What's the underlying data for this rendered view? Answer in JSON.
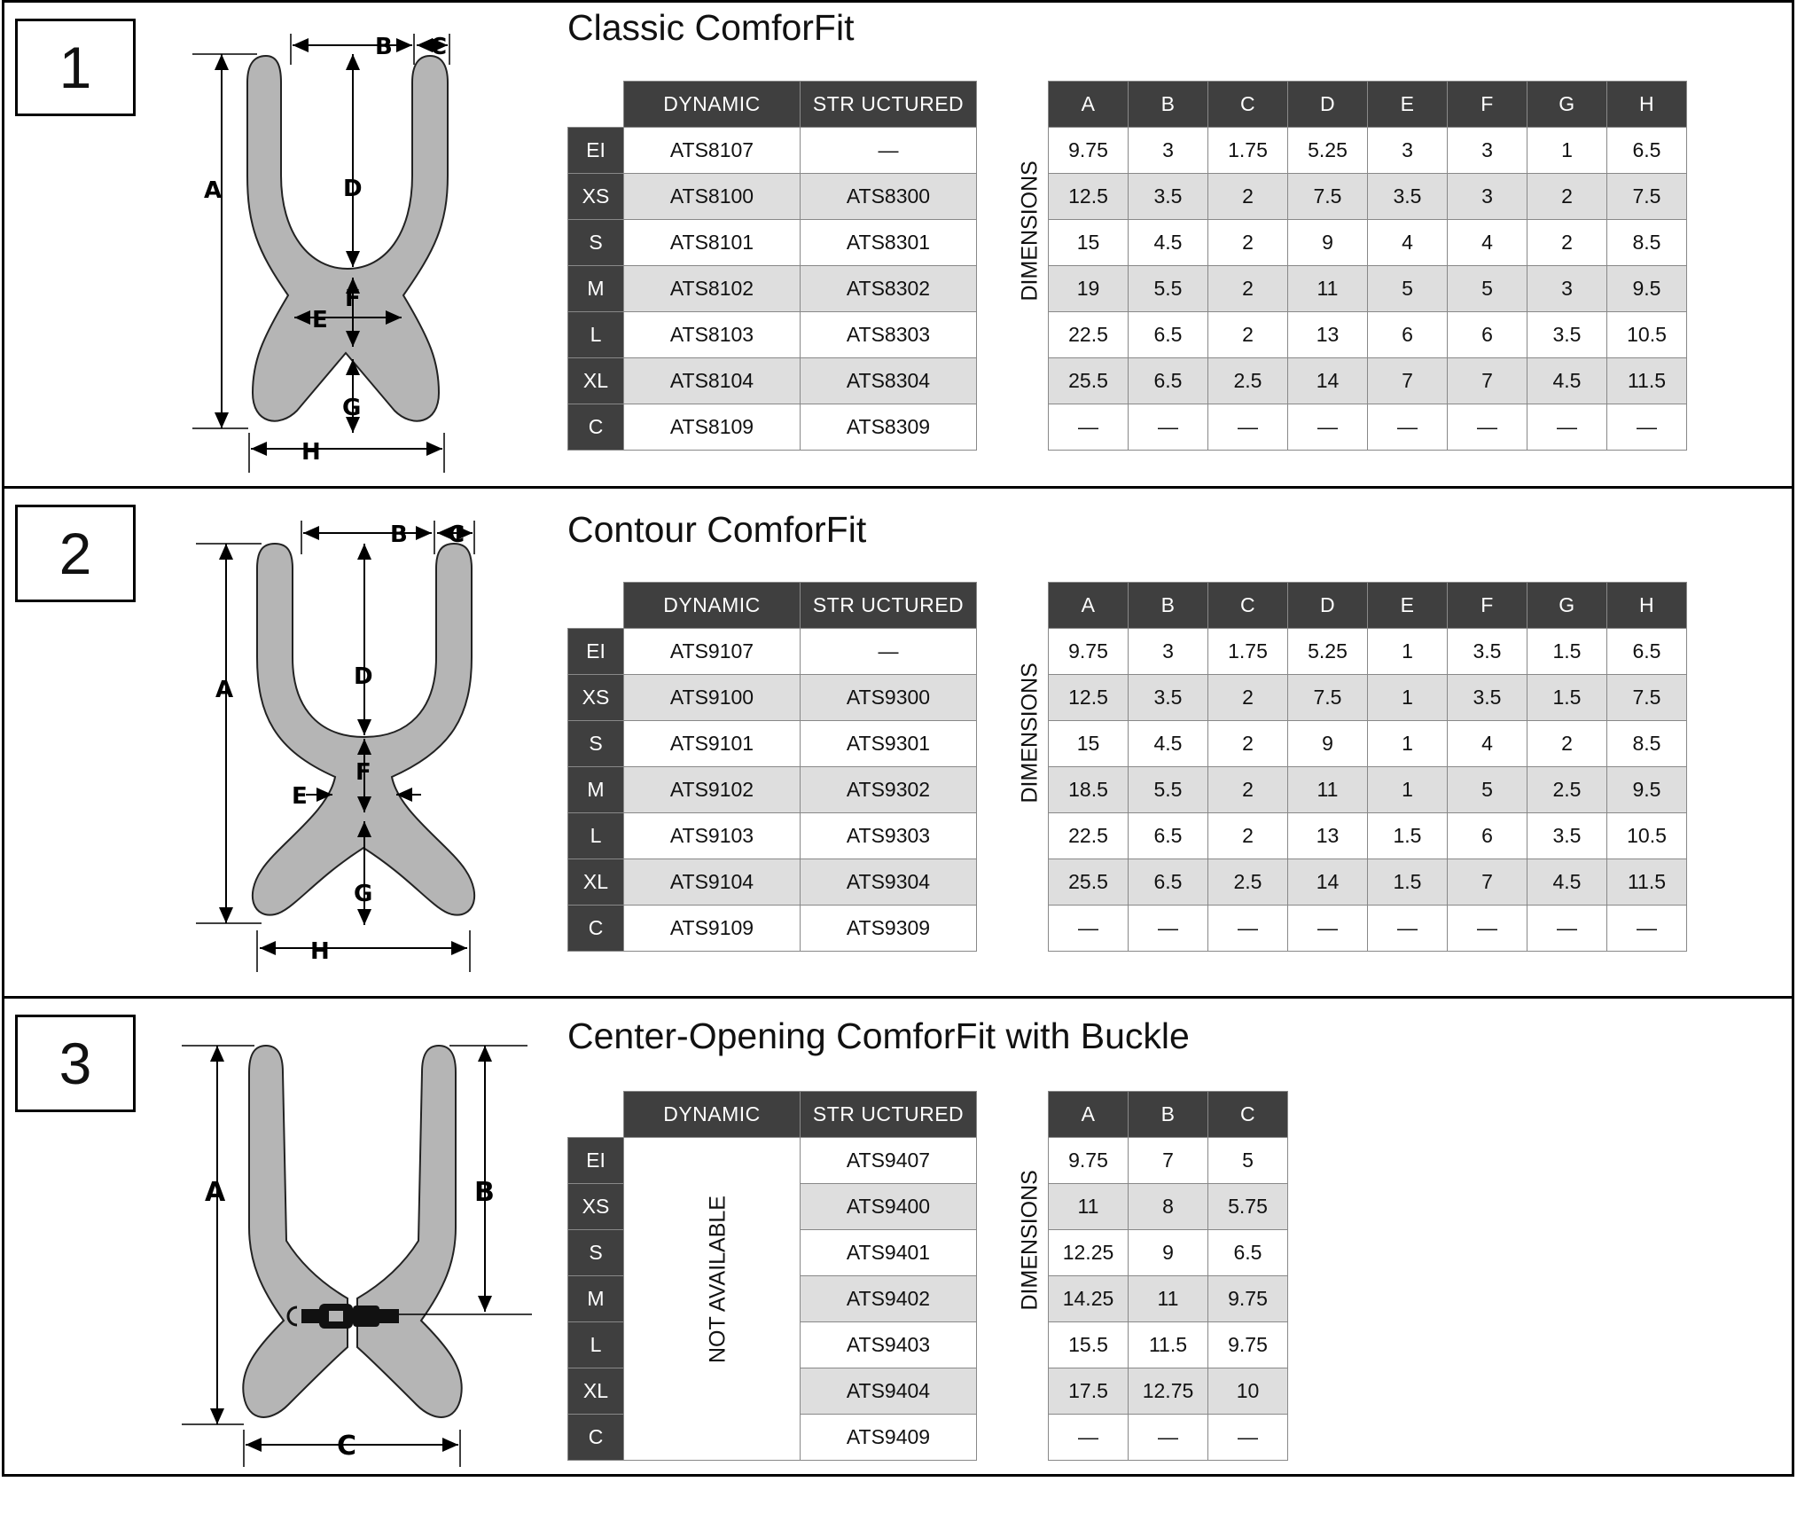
{
  "columns": {
    "dynamic": "DYNAMIC",
    "structured": "STR  UCTURED"
  },
  "dimensions_label": "DIMENSIONS",
  "not_available": "NOT AVAILABLE",
  "sections": [
    {
      "number": "1",
      "title": "Classic ComforFit",
      "rows": [
        {
          "size": "EI",
          "dynamic": "ATS8107",
          "structured": "—"
        },
        {
          "size": "XS",
          "dynamic": "ATS8100",
          "structured": "ATS8300"
        },
        {
          "size": "S",
          "dynamic": "ATS8101",
          "structured": "ATS8301"
        },
        {
          "size": "M",
          "dynamic": "ATS8102",
          "structured": "ATS8302"
        },
        {
          "size": "L",
          "dynamic": "ATS8103",
          "structured": "ATS8303"
        },
        {
          "size": "XL",
          "dynamic": "ATS8104",
          "structured": "ATS8304"
        },
        {
          "size": "C",
          "dynamic": "ATS8109",
          "structured": "ATS8309"
        }
      ],
      "dim_headers": [
        "A",
        "B",
        "C",
        "D",
        "E",
        "F",
        "G",
        "H"
      ],
      "dims": [
        [
          "9.75",
          "3",
          "1.75",
          "5.25",
          "3",
          "3",
          "1",
          "6.5"
        ],
        [
          "12.5",
          "3.5",
          "2",
          "7.5",
          "3.5",
          "3",
          "2",
          "7.5"
        ],
        [
          "15",
          "4.5",
          "2",
          "9",
          "4",
          "4",
          "2",
          "8.5"
        ],
        [
          "19",
          "5.5",
          "2",
          "11",
          "5",
          "5",
          "3",
          "9.5"
        ],
        [
          "22.5",
          "6.5",
          "2",
          "13",
          "6",
          "6",
          "3.5",
          "10.5"
        ],
        [
          "25.5",
          "6.5",
          "2.5",
          "14",
          "7",
          "7",
          "4.5",
          "11.5"
        ],
        [
          "—",
          "—",
          "—",
          "—",
          "—",
          "—",
          "—",
          "—"
        ]
      ],
      "diagram_labels": [
        "A",
        "B",
        "C",
        "D",
        "E",
        "F",
        "G",
        "H"
      ]
    },
    {
      "number": "2",
      "title": "Contour ComforFit",
      "rows": [
        {
          "size": "EI",
          "dynamic": "ATS9107",
          "structured": "—"
        },
        {
          "size": "XS",
          "dynamic": "ATS9100",
          "structured": "ATS9300"
        },
        {
          "size": "S",
          "dynamic": "ATS9101",
          "structured": "ATS9301"
        },
        {
          "size": "M",
          "dynamic": "ATS9102",
          "structured": "ATS9302"
        },
        {
          "size": "L",
          "dynamic": "ATS9103",
          "structured": "ATS9303"
        },
        {
          "size": "XL",
          "dynamic": "ATS9104",
          "structured": "ATS9304"
        },
        {
          "size": "C",
          "dynamic": "ATS9109",
          "structured": "ATS9309"
        }
      ],
      "dim_headers": [
        "A",
        "B",
        "C",
        "D",
        "E",
        "F",
        "G",
        "H"
      ],
      "dims": [
        [
          "9.75",
          "3",
          "1.75",
          "5.25",
          "1",
          "3.5",
          "1.5",
          "6.5"
        ],
        [
          "12.5",
          "3.5",
          "2",
          "7.5",
          "1",
          "3.5",
          "1.5",
          "7.5"
        ],
        [
          "15",
          "4.5",
          "2",
          "9",
          "1",
          "4",
          "2",
          "8.5"
        ],
        [
          "18.5",
          "5.5",
          "2",
          "11",
          "1",
          "5",
          "2.5",
          "9.5"
        ],
        [
          "22.5",
          "6.5",
          "2",
          "13",
          "1.5",
          "6",
          "3.5",
          "10.5"
        ],
        [
          "25.5",
          "6.5",
          "2.5",
          "14",
          "1.5",
          "7",
          "4.5",
          "11.5"
        ],
        [
          "—",
          "—",
          "—",
          "—",
          "—",
          "—",
          "—",
          "—"
        ]
      ],
      "diagram_labels": [
        "A",
        "B",
        "C",
        "D",
        "E",
        "F",
        "G",
        "H"
      ]
    },
    {
      "number": "3",
      "title": "Center-Opening ComforFit with Buckle",
      "rows": [
        {
          "size": "EI",
          "structured": "ATS9407"
        },
        {
          "size": "XS",
          "structured": "ATS9400"
        },
        {
          "size": "S",
          "structured": "ATS9401"
        },
        {
          "size": "M",
          "structured": "ATS9402"
        },
        {
          "size": "L",
          "structured": "ATS9403"
        },
        {
          "size": "XL",
          "structured": "ATS9404"
        },
        {
          "size": "C",
          "structured": "ATS9409"
        }
      ],
      "dim_headers": [
        "A",
        "B",
        "C"
      ],
      "dims": [
        [
          "9.75",
          "7",
          "5"
        ],
        [
          "11",
          "8",
          "5.75"
        ],
        [
          "12.25",
          "9",
          "6.5"
        ],
        [
          "14.25",
          "11",
          "9.75"
        ],
        [
          "15.5",
          "11.5",
          "9.75"
        ],
        [
          "17.5",
          "12.75",
          "10"
        ],
        [
          "—",
          "—",
          "—"
        ]
      ],
      "diagram_labels": [
        "A",
        "B",
        "C"
      ]
    }
  ],
  "colors": {
    "header_bg": "#3f3f3f",
    "alt_row": "#dedede",
    "shape_fill": "#b5b5b5"
  }
}
